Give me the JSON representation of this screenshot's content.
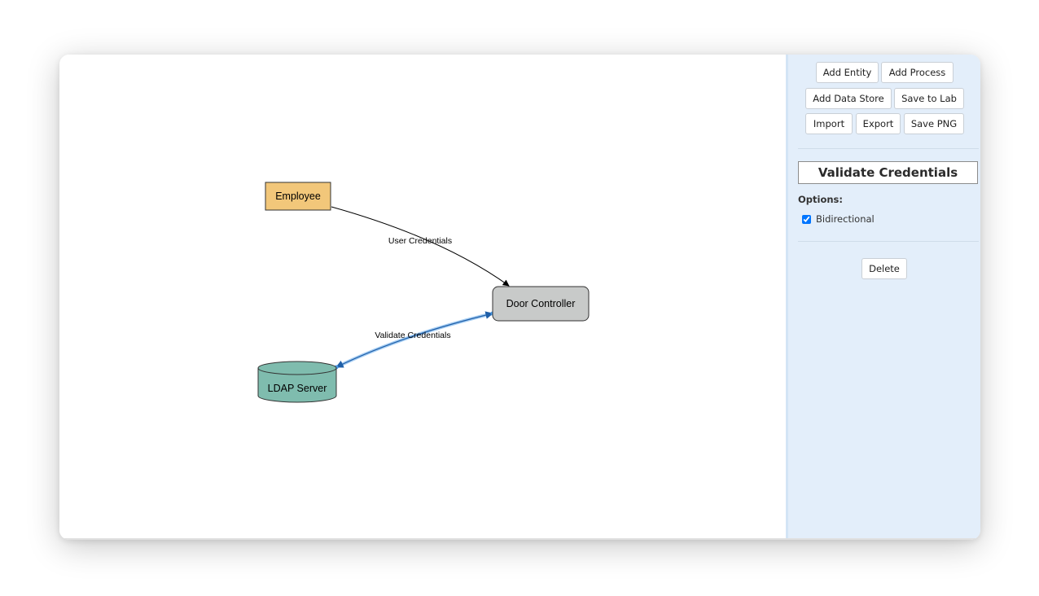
{
  "toolbar": {
    "add_entity": "Add Entity",
    "add_process": "Add Process",
    "add_data_store": "Add Data Store",
    "save_to_lab": "Save to Lab",
    "import": "Import",
    "export": "Export",
    "save_png": "Save PNG"
  },
  "selection": {
    "title": "Validate Credentials",
    "options_label": "Options:",
    "bidirectional_label": "Bidirectional",
    "bidirectional_checked": true,
    "delete_label": "Delete"
  },
  "diagram": {
    "nodes": [
      {
        "id": "employee",
        "type": "entity",
        "label": "Employee",
        "color": "#f2c77a"
      },
      {
        "id": "door-controller",
        "type": "process",
        "label": "Door Controller",
        "color": "#c8cac9"
      },
      {
        "id": "ldap-server",
        "type": "data-store",
        "label": "LDAP Server",
        "color": "#7fbcae"
      }
    ],
    "flows": [
      {
        "from": "employee",
        "to": "door-controller",
        "label": "User Credentials",
        "bidirectional": false,
        "selected": false
      },
      {
        "from": "door-controller",
        "to": "ldap-server",
        "label": "Validate Credentials",
        "bidirectional": true,
        "selected": true
      }
    ],
    "selected_color": "#2f7fd3"
  }
}
